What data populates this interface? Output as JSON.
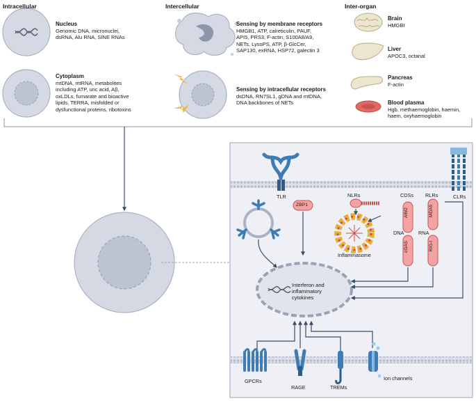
{
  "sections": {
    "intracellular": "Intracellular",
    "intercellular": "Intercellular",
    "inter_organ": "Inter-organ"
  },
  "intracellular": {
    "nucleus": {
      "title": "Nucleus",
      "lines": [
        "Genomic DNA, micronuclei,",
        "dsRNA, Alu RNA, SINE RNAs"
      ]
    },
    "cytoplasm": {
      "title": "Cytoplasm",
      "lines": [
        "mtDNA, mtRNA, metabolites",
        "including ATP, uric acid, Aβ,",
        "oxLDLs, fumarate and bioactive",
        "lipids, TERRA, misfolded or",
        "dysfunctional proteins, ribotoxins"
      ]
    }
  },
  "intercellular": {
    "membrane": {
      "title": "Sensing by membrane receptors",
      "lines": [
        "HMGB1, ATP, calreticulin, PAUF,",
        "API5, PRS3, F-actin, S100A8/A9,",
        "NETs, LysoPS, ATP, β-GlcCer,",
        "SAP130, exRNA, HSP72, galectin 3"
      ]
    },
    "intracellular_receptors": {
      "title": "Sensing by intracellular receptors",
      "lines": [
        "dsDNA, RN7SL1, gDNA and mtDNA,",
        "DNA backbones of NETs"
      ]
    }
  },
  "inter_organ": {
    "brain": {
      "title": "Brain",
      "lines": [
        "HMGBI"
      ]
    },
    "liver": {
      "title": "Liver",
      "lines": [
        "APOC3, octanal"
      ]
    },
    "pancreas": {
      "title": "Pancreas",
      "lines": [
        "F-actin"
      ]
    },
    "blood": {
      "title": "Blood plasma",
      "lines": [
        "Hgb, methaemoglobin, haemin,",
        "haem, oxyhaemoglobin"
      ]
    }
  },
  "receptors": {
    "tlr": "TLR",
    "zbp1": "ZBP1",
    "nlrs": "NLRs",
    "cdss": "CDSs",
    "rlrs": "RLRs",
    "clrs": "CLRs",
    "aim2": "AIM2",
    "cgas": "cGAS",
    "mda5": "MDA5",
    "rigi": "RIG-I",
    "dna": "DNA",
    "rna": "RNA",
    "inflammasome": "Inflammasome",
    "gpcrs": "GPCRs",
    "rage": "RAGE",
    "trems": "TREMs",
    "ion_channels": "Ion channels"
  },
  "nucleus_output": [
    "Interferon and",
    "inflammatory",
    "cytokines"
  ],
  "colors": {
    "cell_fill": "#d5d9e3",
    "cell_edge": "#aab2c3",
    "nucleus_fill": "#bcc3d1",
    "panel_fill": "#eef0f5",
    "membrane": "#c5cad6",
    "receptor_blue": "#3d7cb5",
    "receptor_dark": "#2a5d8f",
    "pill_fill": "#f4a3a3",
    "pill_edge": "#c8504f",
    "arrow": "#3a4b66",
    "organ_fill": "#ece6cf",
    "organ_edge": "#b7ab86",
    "blood": "#e06a63"
  },
  "icons": [
    "dna-icon",
    "brain-icon",
    "liver-icon",
    "pancreas-icon",
    "red-blood-cell-icon",
    "lightning-icon"
  ]
}
